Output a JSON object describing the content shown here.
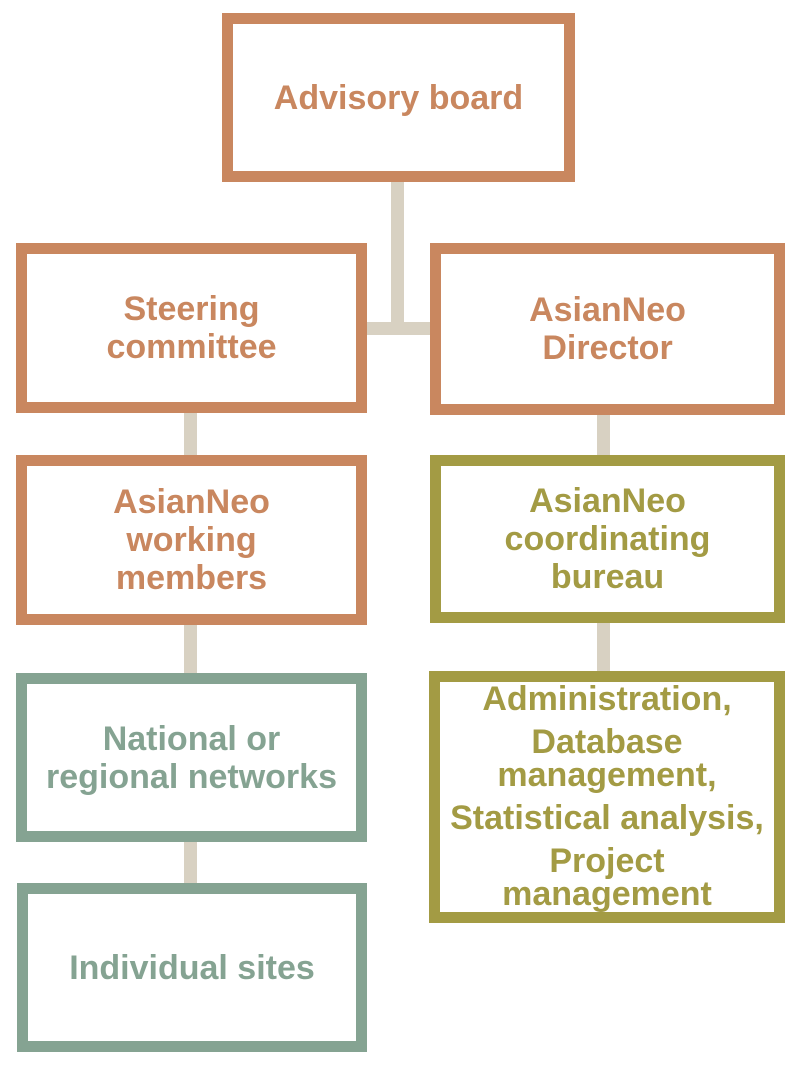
{
  "title": "AsianNeo organizational structure diagram",
  "colors": {
    "orange": "#C9875F",
    "olive": "#A39B44",
    "teal": "#85A392",
    "connector": "#D8D1C2",
    "background": "#FFFFFF"
  },
  "nodes": {
    "advisory": {
      "label": "Advisory board",
      "lines": [
        "Advisory board"
      ],
      "color": "orange"
    },
    "steering": {
      "label": "Steering committee",
      "lines": [
        "Steering",
        "committee"
      ],
      "color": "orange"
    },
    "director": {
      "label": "AsianNeo Director",
      "lines": [
        "AsianNeo",
        "Director"
      ],
      "color": "orange"
    },
    "working": {
      "label": "AsianNeo working members",
      "lines": [
        "AsianNeo",
        "working",
        "members"
      ],
      "color": "orange"
    },
    "bureau": {
      "label": "AsianNeo coordinating bureau",
      "lines": [
        "AsianNeo",
        "coordinating",
        "bureau"
      ],
      "color": "olive"
    },
    "networks": {
      "label": "National or regional networks",
      "lines": [
        "National or",
        "regional networks"
      ],
      "color": "teal"
    },
    "admin": {
      "label": "Administration, Database management, Statistical analysis, Project management",
      "lines": [
        "Administration,",
        "Database",
        "management,",
        "Statistical analysis,",
        "Project",
        "management"
      ],
      "color": "olive"
    },
    "sites": {
      "label": "Individual sites",
      "lines": [
        "Individual sites"
      ],
      "color": "teal"
    }
  },
  "edges": [
    {
      "from": "advisory",
      "to": "steering"
    },
    {
      "from": "advisory",
      "to": "director"
    },
    {
      "from": "steering",
      "to": "working"
    },
    {
      "from": "working",
      "to": "networks"
    },
    {
      "from": "networks",
      "to": "sites"
    },
    {
      "from": "director",
      "to": "bureau"
    },
    {
      "from": "bureau",
      "to": "admin"
    }
  ]
}
